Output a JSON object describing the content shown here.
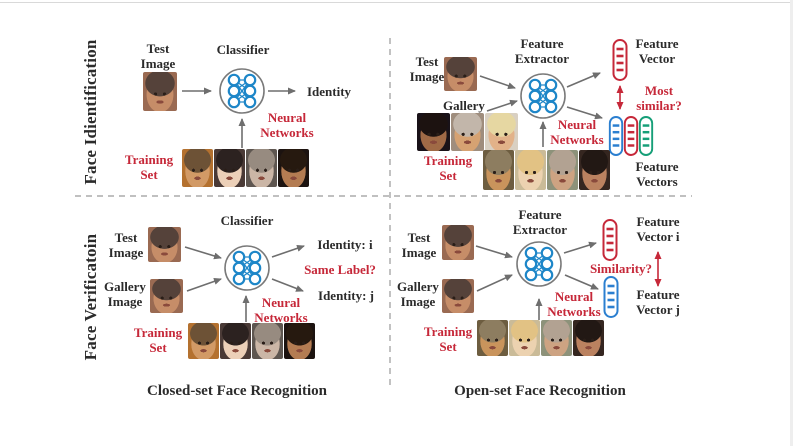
{
  "colors": {
    "accent_red": "#c62839",
    "node_blue": "#1d86c8",
    "capsule_blue": "#2b7fd0",
    "capsule_green": "#169f78",
    "arrow_gray": "#6e6e6e",
    "text_dark": "#2b2b2b"
  },
  "rows": {
    "identification_label": "Face Idientification",
    "verification_label": "Face Verificatoin"
  },
  "captions": {
    "closed": "Closed-set Face Recognition",
    "open": "Open-set Face Recognition"
  },
  "tl": {
    "test_image": "Test\nImage",
    "classifier": "Classifier",
    "identity": "Identity",
    "neural_networks": "Neural\nNetworks",
    "training_set": "Training\nSet"
  },
  "tr": {
    "test_image": "Test\nImage",
    "gallery": "Gallery",
    "feature_extractor": "Feature\nExtractor",
    "feature_vector": "Feature\nVector",
    "most_similar": "Most\nsimilar?",
    "feature_vectors": "Feature\nVectors",
    "neural_networks": "Neural\nNetworks",
    "training_set": "Training\nSet"
  },
  "bl": {
    "test_image": "Test\nImage",
    "gallery_image": "Gallery\nImage",
    "classifier": "Classifier",
    "identity_i": "Identity: i",
    "same_label": "Same Label?",
    "identity_j": "Identity: j",
    "neural_networks": "Neural\nNetworks",
    "training_set": "Training\nSet"
  },
  "br": {
    "test_image": "Test\nImage",
    "gallery_image": "Gallery\nImage",
    "feature_extractor": "Feature\nExtractor",
    "feature_vector_i": "Feature\nVector i",
    "similarity": "Similarity?",
    "feature_vector_j": "Feature\nVector j",
    "neural_networks": "Neural\nNetworks",
    "training_set": "Training\nSet"
  },
  "icons": {
    "neural_network": "nn-circle-icon",
    "feature_vector": "capsule-vector-icon"
  },
  "faces": {
    "portrait_man": {
      "skin": "#c68d68",
      "hair": "#55423a",
      "bg": "#9a6a52"
    },
    "training_a": [
      {
        "skin": "#d29a66",
        "hair": "#6d5236",
        "bg": "#b4712f"
      },
      {
        "skin": "#ecd0b8",
        "hair": "#2c2220",
        "bg": "#4a3a36"
      },
      {
        "skin": "#cbb6a6",
        "hair": "#978b80",
        "bg": "#5e5650"
      },
      {
        "skin": "#b47c52",
        "hair": "#26190f",
        "bg": "#1c1310"
      }
    ],
    "gallery_set": [
      {
        "skin": "#a06a46",
        "hair": "#1c1210",
        "bg": "#191218"
      },
      {
        "skin": "#d6a272",
        "hair": "#c2b6aa",
        "bg": "#9f8d7d"
      },
      {
        "skin": "#e2b289",
        "hair": "#e6d7a2",
        "bg": "#d9d0c2"
      }
    ],
    "training_b": [
      {
        "skin": "#c9945c",
        "hair": "#8d7d60",
        "bg": "#6d5d40"
      },
      {
        "skin": "#ecd2b0",
        "hair": "#e2c284",
        "bg": "#cabb98"
      },
      {
        "skin": "#cda382",
        "hair": "#b2a292",
        "bg": "#8d927a"
      },
      {
        "skin": "#bb8260",
        "hair": "#221814",
        "bg": "#352620"
      }
    ]
  }
}
